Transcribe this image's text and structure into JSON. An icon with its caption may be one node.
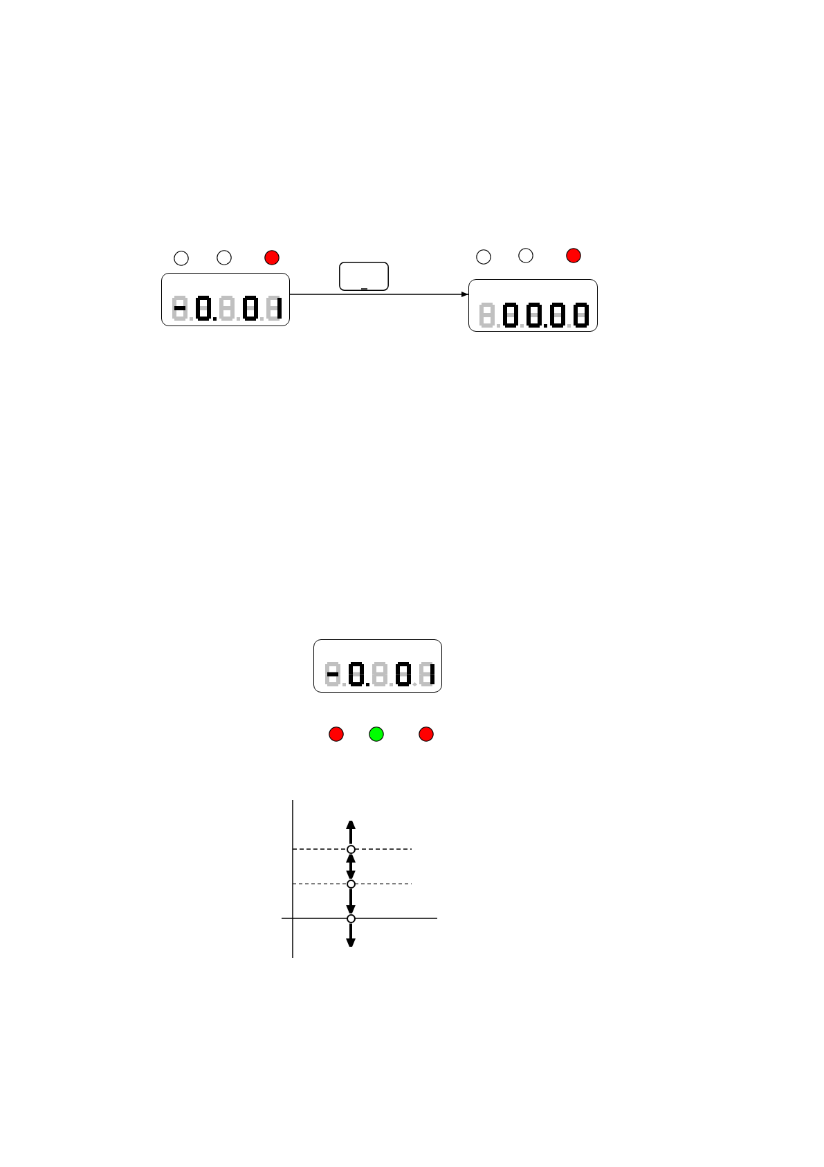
{
  "diagram": {
    "nodes": [
      {
        "text": [],
        "shape": "box"
      },
      {
        "text": [],
        "shape": "box"
      },
      {
        "text": [],
        "shape": "box"
      },
      {
        "text": [],
        "shape": "circle"
      },
      {
        "text": [],
        "shape": "circle"
      },
      {
        "text": [],
        "shape": "circle"
      }
    ],
    "edges": [
      {
        "from": 0,
        "to": 1,
        "arrow": "to"
      },
      {
        "from": 3,
        "to": null,
        "arrow": "to"
      },
      {
        "from": 3,
        "to": 4,
        "arrow": "both"
      },
      {
        "from": 4,
        "to": 5,
        "arrow": "to"
      },
      {
        "from": 5,
        "to": null,
        "arrow": "to"
      }
    ]
  }
}
